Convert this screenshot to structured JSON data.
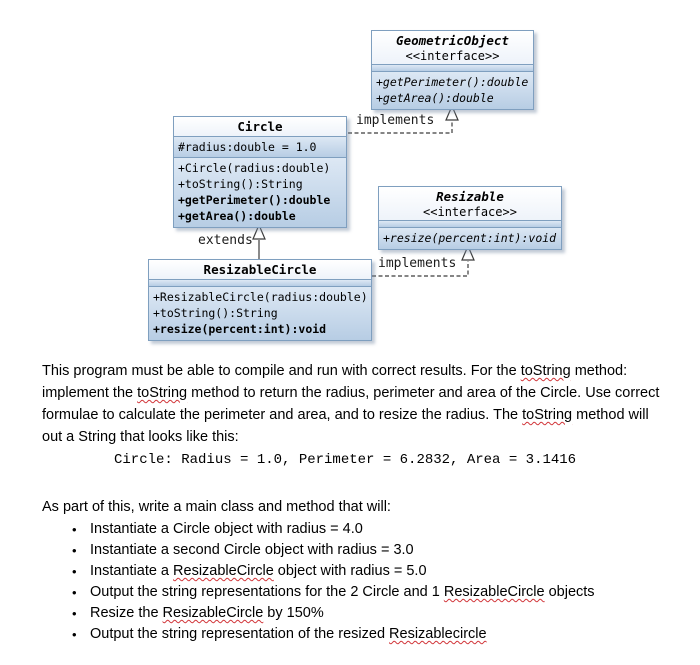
{
  "diagram": {
    "classes": {
      "geometric_object": {
        "name": "GeometricObject",
        "stereotype": "<<interface>>",
        "attributes": [],
        "methods": [
          "+getPerimeter():double",
          "+getArea():double"
        ]
      },
      "circle": {
        "name": "Circle",
        "attributes": [
          "#radius:double = 1.0"
        ],
        "methods": [
          "+Circle(radius:double)",
          "+toString():String",
          "+getPerimeter():double",
          "+getArea():double"
        ]
      },
      "resizable": {
        "name": "Resizable",
        "stereotype": "<<interface>>",
        "attributes": [],
        "methods": [
          "+resize(percent:int):void"
        ]
      },
      "resizable_circle": {
        "name": "ResizableCircle",
        "attributes": [],
        "methods": [
          "+ResizableCircle(radius:double)",
          "+toString():String",
          "+resize(percent:int):void"
        ]
      }
    },
    "relations": [
      {
        "label": "implements",
        "from": "Circle",
        "to": "GeometricObject",
        "line": "dashed"
      },
      {
        "label": "extends",
        "from": "ResizableCircle",
        "to": "Circle",
        "line": "solid"
      },
      {
        "label": "implements",
        "from": "ResizableCircle",
        "to": "Resizable",
        "line": "dashed"
      }
    ],
    "colors": {
      "box_border": "#7f9fbf",
      "box_fill_top": "#dde8f4",
      "box_fill_bottom": "#b7cde4",
      "title_fill": "#eef3fa",
      "connector": "#3c3c3c",
      "squiggle": "#d13438"
    }
  },
  "instructions": {
    "paragraph": {
      "seg1": "This program must be able to compile and run with correct results. For the ",
      "term1": "toString",
      "seg2": " method: implement the ",
      "term2": "toString",
      "seg3": " method to return the radius, perimeter and area of the Circle. Use correct formulae to calculate the perimeter and area, and to resize the radius. The ",
      "term3": "toString",
      "seg4": " method will out a String that looks like this:"
    },
    "code_sample": "Circle: Radius = 1.0, Perimeter = 6.2832, Area = 3.1416",
    "tasks_intro": "As part of this, write a main class and method that will:",
    "bullet_glyph": "•",
    "tasks": [
      {
        "pre": "Instantiate a Circle object with radius = 4.0",
        "term": "",
        "post": ""
      },
      {
        "pre": "Instantiate a second Circle object with radius = 3.0",
        "term": "",
        "post": ""
      },
      {
        "pre": "Instantiate a ",
        "term": "ResizableCircle",
        "post": " object with radius = 5.0"
      },
      {
        "pre": "Output the string representations for the 2 Circle and 1 ",
        "term": "ResizableCircle",
        "post": " objects"
      },
      {
        "pre": "Resize the ",
        "term": "ResizableCircle",
        "post": " by 150%"
      },
      {
        "pre": "Output the string representation of the resized ",
        "term": "Resizablecircle",
        "post": ""
      }
    ]
  }
}
